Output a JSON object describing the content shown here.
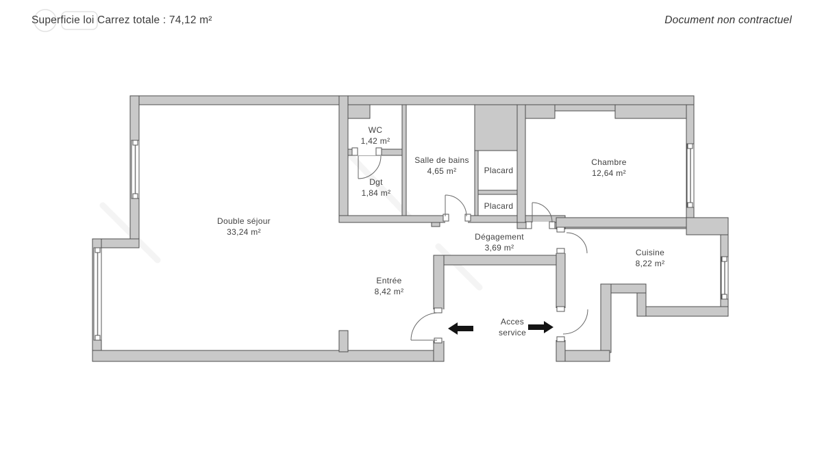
{
  "header": {
    "left_label": "Superficie loi Carrez totale : 74,12 m²",
    "right_label": "Document non contractuel"
  },
  "rooms": [
    {
      "name": "WC",
      "area": "1,42 m²"
    },
    {
      "name": "Dgt",
      "area": "1,84 m²"
    },
    {
      "name": "Salle de bains",
      "area": "4,65 m²"
    },
    {
      "name": "Placard",
      "area": ""
    },
    {
      "name": "Placard",
      "area": ""
    },
    {
      "name": "Chambre",
      "area": "12,64 m²"
    },
    {
      "name": "Double séjour",
      "area": "33,24 m²"
    },
    {
      "name": "Dégagement",
      "area": "3,69 m²"
    },
    {
      "name": "Cuisine",
      "area": "8,22 m²"
    },
    {
      "name": "Entrée",
      "area": "8,42 m²"
    }
  ],
  "annotations": {
    "service_access_line1": "Acces",
    "service_access_line2": "service"
  },
  "colors": {
    "wall_fill": "#c9c9c9",
    "wall_stroke": "#4d4d4d",
    "door_stroke": "#666666",
    "arrow": "#141414",
    "text": "#3f3f3f",
    "background": "#ffffff"
  }
}
